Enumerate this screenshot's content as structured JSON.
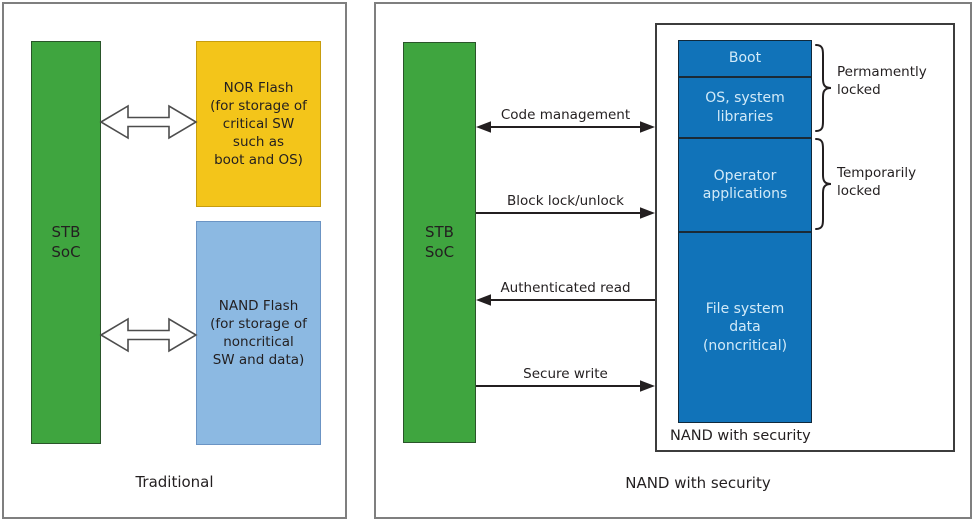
{
  "figure": {
    "left_panel": {
      "caption": "Traditional",
      "soc_box": "STB\nSoC",
      "nor_flash_box": "NOR Flash\n(for storage of\ncritical SW\nsuch as\nboot and OS)",
      "nand_flash_box": "NAND Flash\n(for storage of\nnoncritical\nSW and data)"
    },
    "right_panel": {
      "caption": "NAND with security",
      "soc_box": "STB\nSoC",
      "nand_security_box_label": "NAND with security",
      "memory_sections": [
        {
          "label": "Boot"
        },
        {
          "label": "OS, system\nlibraries"
        },
        {
          "label": "Operator\napplications"
        },
        {
          "label": "File system\ndata\n(noncritical)"
        }
      ],
      "bus_arrows": [
        {
          "label": "Code management",
          "direction": "bidirectional"
        },
        {
          "label": "Block lock/unlock",
          "direction": "to-nand"
        },
        {
          "label": "Authenticated read",
          "direction": "to-soc"
        },
        {
          "label": "Secure write",
          "direction": "to-nand"
        }
      ],
      "lock_annotations": [
        {
          "label": "Permamently\nlocked"
        },
        {
          "label": "Temporarily\nlocked"
        }
      ]
    },
    "colors": {
      "soc_green": "#3fa53f",
      "nor_yellow": "#f3c51a",
      "nand_light_blue": "#8cb9e2",
      "secure_nand_blue": "#1173b9",
      "section_text": "#d2eaf8",
      "diagram_line": "#231f20",
      "panel_border": "#7f7f7f"
    }
  }
}
